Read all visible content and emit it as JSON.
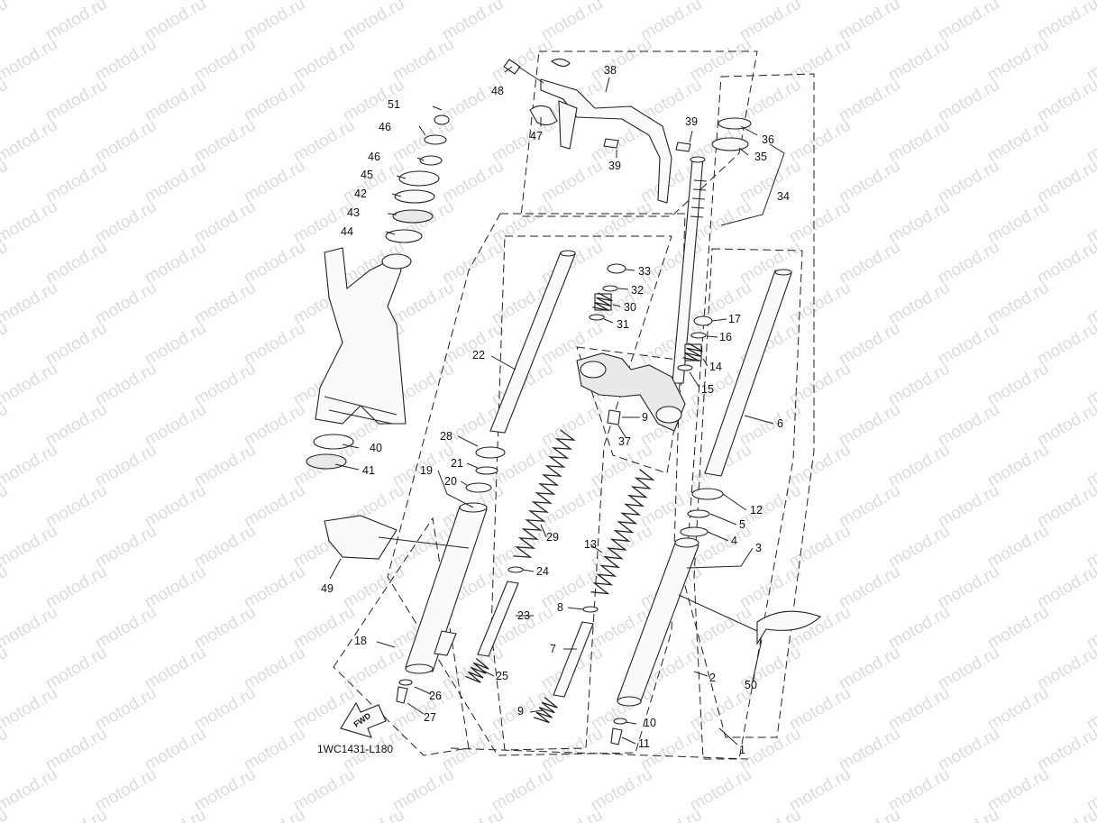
{
  "diagram": {
    "code": "1WC1431-L180",
    "watermark": "motod.ru",
    "fwd_label": "FWD",
    "callouts": [
      "1",
      "2",
      "3",
      "4",
      "5",
      "6",
      "7",
      "8",
      "9",
      "10",
      "11",
      "12",
      "13",
      "14",
      "15",
      "16",
      "17",
      "18",
      "19",
      "20",
      "21",
      "22",
      "23",
      "24",
      "25",
      "26",
      "27",
      "28",
      "29",
      "30",
      "31",
      "32",
      "33",
      "34",
      "35",
      "36",
      "37",
      "38",
      "39",
      "40",
      "41",
      "42",
      "43",
      "44",
      "45",
      "46",
      "47",
      "48",
      "49",
      "50",
      "51"
    ],
    "callout_39_second": "39",
    "callout_46_second": "46",
    "callout_9_second": "9"
  }
}
